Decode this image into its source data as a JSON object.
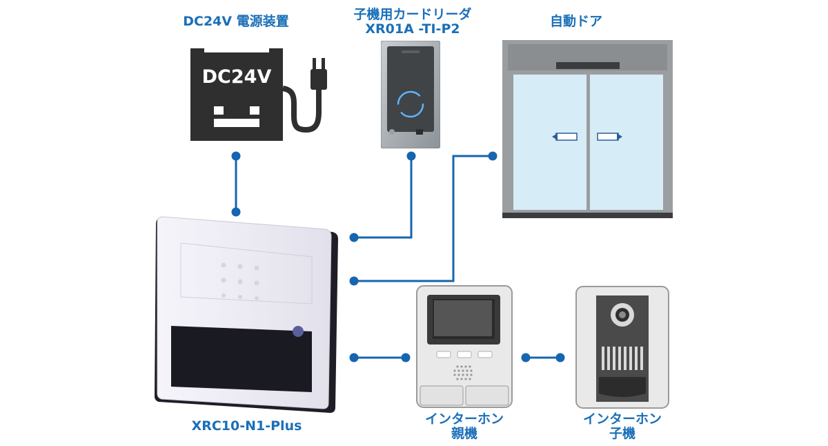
{
  "labels": {
    "power_supply": "DC24V 電源装置",
    "power_box_text": "DC24V",
    "card_reader_line1": "子機用カードリーダ",
    "card_reader_line2": "XR01A -TI-P2",
    "auto_door": "自動ドア",
    "controller": "XRC10-N1-Plus",
    "intercom_master_line1": "インターホン",
    "intercom_master_line2": "親機",
    "intercom_slave_line1": "インターホン",
    "intercom_slave_line2": "子機"
  },
  "colors": {
    "accent": "#1a6fb8",
    "wire": "#1565b0",
    "dark": "#2f2f2f",
    "door_glass": "#d6ecf6",
    "door_frame": "#9a9ea0"
  },
  "icons": [
    "power-plug-icon",
    "rfid-icon"
  ]
}
